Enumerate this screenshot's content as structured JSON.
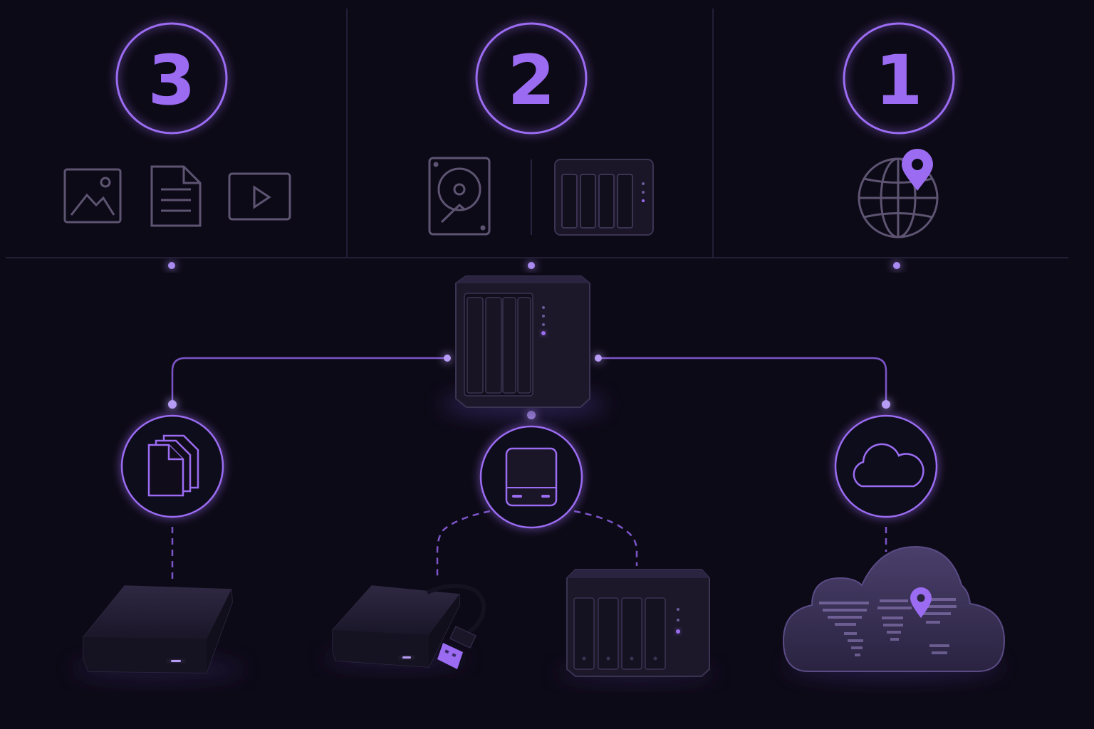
{
  "steps": [
    {
      "number": "3",
      "label_icons": [
        "image-icon",
        "document-icon",
        "video-icon"
      ]
    },
    {
      "number": "2",
      "label_icons": [
        "hard-drive-icon",
        "nas-icon"
      ]
    },
    {
      "number": "1",
      "label_icons": [
        "globe-location-icon"
      ]
    }
  ],
  "hub": {
    "icon": "nas-server-4bay"
  },
  "branches": [
    {
      "circle_icon": "files-icon",
      "device": "external-desktop-drive"
    },
    {
      "circle_icon": "portable-drive-icon",
      "devices": [
        "portable-usb-drive",
        "nas-4bay"
      ]
    },
    {
      "circle_icon": "cloud-icon",
      "device": "cloud-world-map-location"
    }
  ],
  "colors": {
    "background": "#0d0a17",
    "accent": "#9b6cf2",
    "line": "#7b55c8",
    "icon_stroke": "#5d5472",
    "device": "#221d33"
  }
}
